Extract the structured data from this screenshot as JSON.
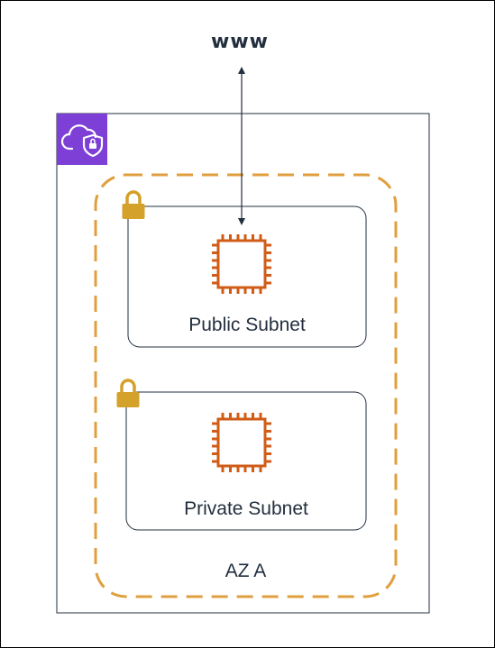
{
  "diagram": {
    "internet_label": "www",
    "public_subnet_label": "Public Subnet",
    "private_subnet_label": "Private Subnet",
    "az_label": "AZ A",
    "icons": {
      "vpc": "vpc-cloud-shield-icon",
      "lock": "lock-icon",
      "instance": "ec2-chip-icon"
    },
    "colors": {
      "vpc_badge": "#7d3fd6",
      "az_border": "#e09f3e",
      "lock": "#d4a12a",
      "chip": "#d05c17",
      "text": "#232f3e",
      "line": "#232f3e"
    }
  }
}
